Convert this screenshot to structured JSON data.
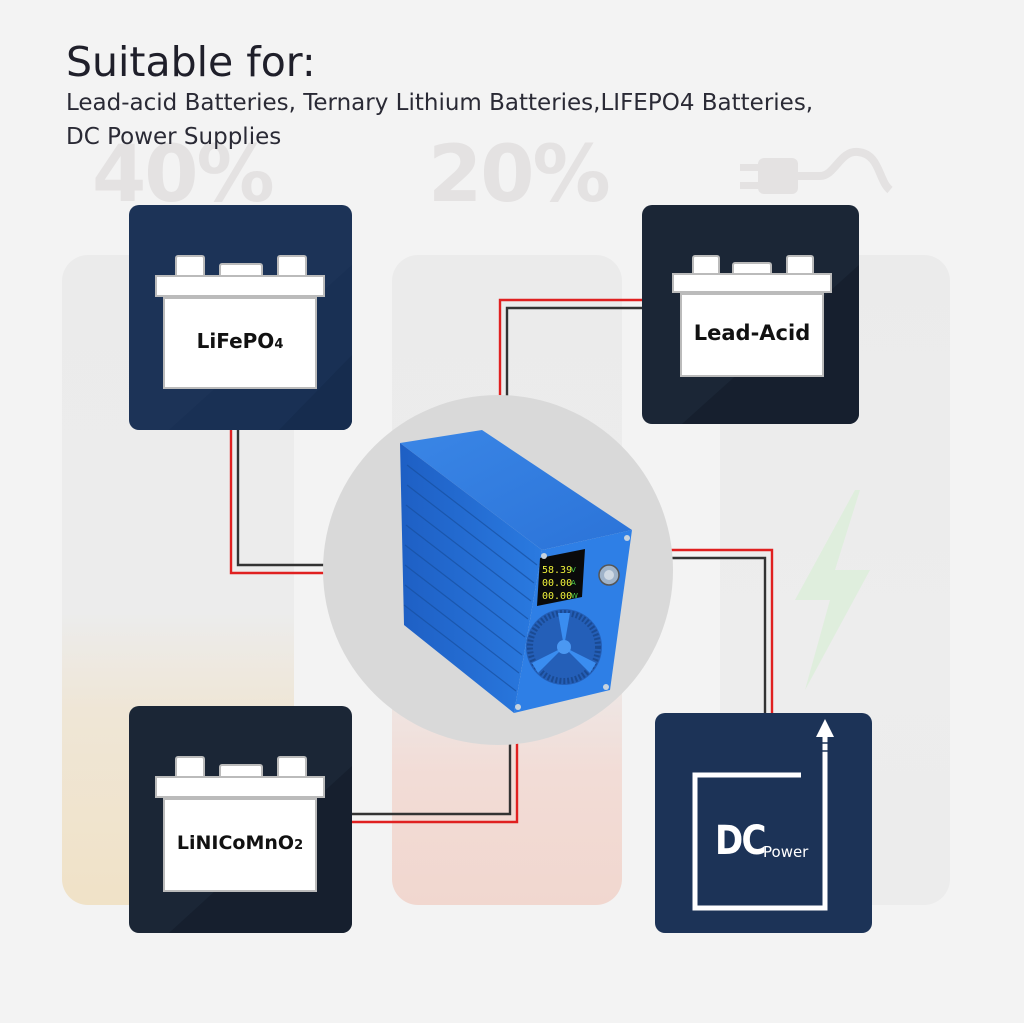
{
  "header": {
    "title": "Suitable for:",
    "line1": "Lead-acid Batteries, Ternary Lithium Batteries,LIFEPO4 Batteries,",
    "line2": "DC Power Supplies"
  },
  "background": {
    "pct_left": "40%",
    "pct_mid": "20%"
  },
  "cards": {
    "lifepo4": {
      "label": "LiFePO",
      "sub": "4"
    },
    "lead_acid": {
      "label": "Lead-Acid"
    },
    "nmc": {
      "label": "LiNICoMnO",
      "sub": "2"
    },
    "dc": {
      "big": "DC",
      "small": "Power"
    }
  },
  "charger": {
    "readout": [
      "58.39",
      "00.00",
      "00.00"
    ],
    "units": [
      "V",
      "A",
      "W"
    ]
  },
  "colors": {
    "navy": "#1c3357",
    "dark": "#1b2636",
    "wire_red": "#e02020",
    "charger_blue": "#1f6fd6"
  }
}
